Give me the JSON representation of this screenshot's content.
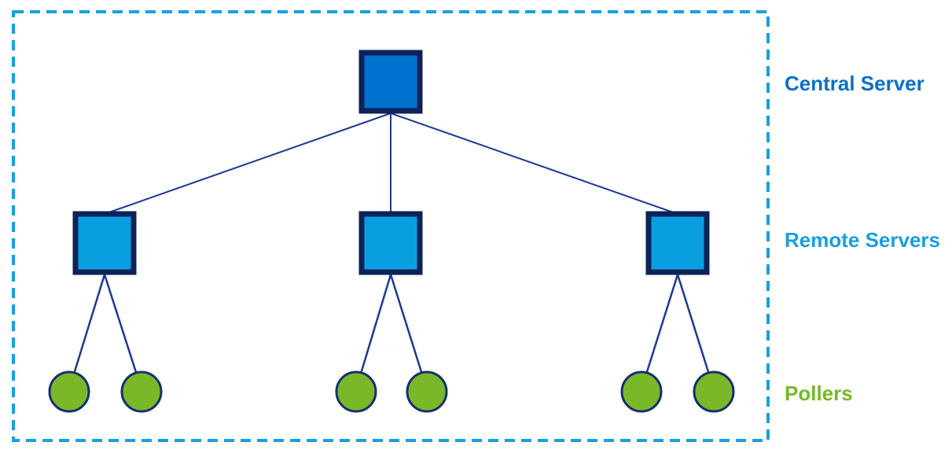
{
  "diagram": {
    "type": "hierarchy-topology",
    "legend": {
      "central": {
        "label": "Central Server",
        "color": "#0A70C8"
      },
      "remote": {
        "label": "Remote Servers",
        "color": "#189FE0"
      },
      "pollers": {
        "label": "Pollers",
        "color": "#76B82A"
      }
    },
    "structure": {
      "central_servers": 1,
      "remote_servers": 3,
      "pollers_per_remote_server": 2,
      "pollers_total": 6,
      "relationships": [
        "central-server -> remote-server-1",
        "central-server -> remote-server-2",
        "central-server -> remote-server-3",
        "remote-server-1 -> poller-1",
        "remote-server-1 -> poller-2",
        "remote-server-2 -> poller-3",
        "remote-server-2 -> poller-4",
        "remote-server-3 -> poller-5",
        "remote-server-3 -> poller-6"
      ]
    },
    "colors": {
      "boundary_dashed": "#189FE5",
      "central_fill": "#0071CE",
      "remote_fill": "#0A9FE0",
      "poller_fill": "#7AB829",
      "square_border": "#0D2357",
      "circle_border": "#14316E",
      "connector_line": "#1B3A91"
    }
  }
}
